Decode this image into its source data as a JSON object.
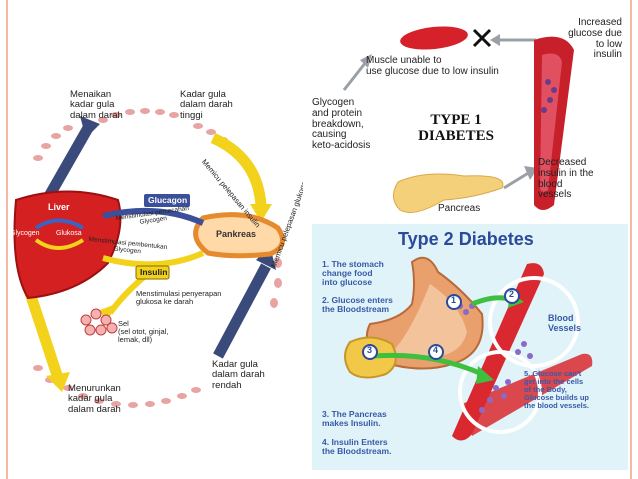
{
  "left_diagram": {
    "top_left_label": [
      "Menaikan",
      "kadar gula",
      "dalam darah"
    ],
    "top_right_label": [
      "Kadar gula",
      "dalam darah",
      "tinggi"
    ],
    "bottom_left_label": [
      "Menurunkan",
      "kadar gula",
      "dalam darah"
    ],
    "bottom_right_label": [
      "Kadar gula",
      "dalam darah",
      "rendah"
    ],
    "arrow_insulin_trigger": "Memicu pelepasan insulin",
    "arrow_glucagon_trigger": "Memicu pelepasan glukogen",
    "liver": "Liver",
    "glycogen": "Glycogen",
    "glukosa": "Glukosa",
    "glucagon": "Glucagon",
    "insulin": "Insulin",
    "pankreas": "Pankreas",
    "stimulate_breakdown": [
      "Menstimulasi pemecahan",
      "Glycogen"
    ],
    "stimulate_formation": [
      "Menstimulasi pembentukan",
      "Glycogen"
    ],
    "stimulate_uptake": [
      "Menstimulasi penyerapan",
      "glukosa ke darah"
    ],
    "cells": [
      "Sel",
      "(sel otot, ginjal,",
      "lemak, dll)"
    ]
  },
  "type1": {
    "title_line1": "TYPE 1",
    "title_line2": "DIABETES",
    "muscle_text": [
      "Muscle unable to",
      "use glucose due to low insulin"
    ],
    "increased_glucose": [
      "Increased",
      "glucose due",
      "to low",
      "insulin"
    ],
    "glycogen_breakdown": [
      "Glycogen",
      "and protein",
      "breakdown,",
      "causing",
      "keto-acidosis"
    ],
    "pancreas": "Pancreas",
    "decreased_insulin": [
      "Decreased",
      "insulin in the",
      "blood",
      "vessels"
    ]
  },
  "type2": {
    "title": "Type 2 Diabetes",
    "step1": [
      "1. The stomach",
      "change food",
      "into glucose"
    ],
    "step2": [
      "2. Glucose enters",
      "the Bloodstream"
    ],
    "step3": [
      "3. The Pancreas",
      "makes Insulin."
    ],
    "step4": [
      "4. Insulin Enters",
      "the Bloodstream."
    ],
    "step5": [
      "5. Glucose can't",
      "get into the cells",
      "of the Body,",
      "Glucose builds up",
      "the blood vessels."
    ],
    "blood_vessels": [
      "Blood",
      "Vessels"
    ],
    "markers": [
      "1",
      "2",
      "3",
      "4"
    ]
  },
  "colors": {
    "frame": "#f3b9a4",
    "liver": "#d42020",
    "glucagon": "#3b4f9a",
    "insulin": "#f2d21b",
    "pancreas": "#e68a2e",
    "dots": "#e8a3a3",
    "type2_bg": "#dff3f8",
    "type2_title": "#2b4a9a",
    "type2_text": "#3a59a8",
    "vessel": "#d9282f"
  }
}
